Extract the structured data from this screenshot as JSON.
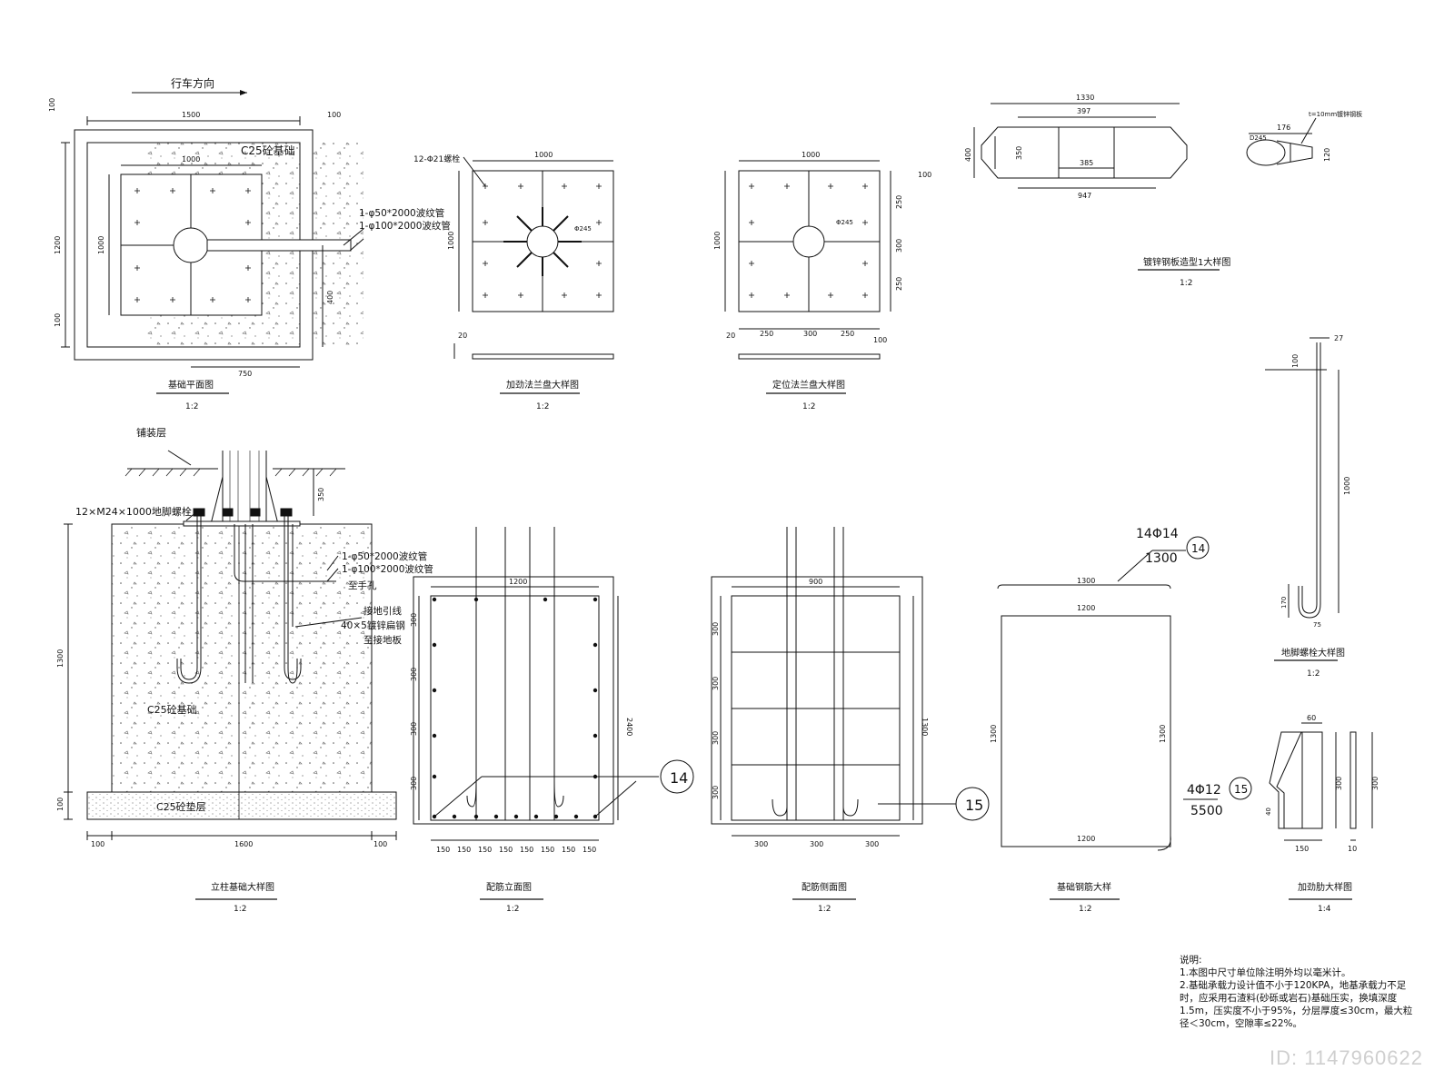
{
  "views": {
    "plan": {
      "title": "基础平面图",
      "scale": "1:2"
    },
    "flange_reinf": {
      "title": "加劲法兰盘大样图",
      "scale": "1:2"
    },
    "flange_pos": {
      "title": "定位法兰盘大样图",
      "scale": "1:2"
    },
    "plate": {
      "title": "镀锌钢板造型1大样图",
      "scale": "1:2"
    },
    "anchor": {
      "title": "地脚螺栓大样图",
      "scale": "1:2"
    },
    "column": {
      "title": "立柱基础大样图",
      "scale": "1:2"
    },
    "rebar_elev": {
      "title": "配筋立面图",
      "scale": "1:2"
    },
    "rebar_side": {
      "title": "配筋侧面图",
      "scale": "1:2"
    },
    "rebar_detail": {
      "title": "基础钢筋大样",
      "scale": "1:2"
    },
    "rib": {
      "title": "加劲肋大样图",
      "scale": "1:4"
    }
  },
  "labels": {
    "direction": "行车方向",
    "c25_base": "C25砼基础",
    "pipe50": "1-φ50*2000波纹管",
    "pipe100": "1-φ100*2000波纹管",
    "bolts12": "12-Φ21螺栓",
    "paving": "铺装层",
    "anchor_bolt": "12×M24×1000地脚螺栓",
    "hand_hole": "至手孔",
    "ground_lead": "接地引线",
    "flat_steel": "40×5镀锌扁钢",
    "ground_plate": "至接地板",
    "c25_cushion": "C25砼垫层",
    "r14_spec": "14Φ14",
    "r14_len": "1300",
    "r14_no": "14",
    "r15_spec": "4Φ12",
    "r15_len": "5500",
    "r15_no": "15",
    "d245": "Φ245",
    "d245b": "D245",
    "thick": "t=10mm镀锌钢板"
  },
  "dims": {
    "plan": {
      "d100a": "100",
      "d1500": "1500",
      "d100b": "100",
      "d1000": "1000",
      "d1200": "1200",
      "d100c": "100",
      "d400": "400",
      "d750": "750"
    },
    "flange": {
      "d1000": "1000",
      "d20": "20",
      "d100": "100",
      "d250": "250",
      "d300": "300",
      "d200": "250",
      "d250b": "250"
    },
    "plate": {
      "d1330": "1330",
      "d397": "397",
      "d385": "385",
      "d947": "947",
      "d400": "400",
      "d350": "350",
      "d176": "176",
      "d120": "120"
    },
    "anchor": {
      "d27": "27",
      "d1000": "1000",
      "d100": "100",
      "d75": "75",
      "d170": "170"
    },
    "column": {
      "d350": "350",
      "d1300": "1300",
      "d100": "100",
      "d100b": "100",
      "d1600": "1600",
      "d100c": "100"
    },
    "rebar_elev": {
      "top": "1200",
      "h": "2400",
      "side": [
        "300",
        "300",
        "300",
        "300"
      ],
      "spacing": [
        "150",
        "150",
        "150",
        "150",
        "150",
        "150",
        "150",
        "150"
      ]
    },
    "rebar_side": {
      "top": "900",
      "h": "1300",
      "side": [
        "300",
        "300",
        "300",
        "300"
      ],
      "bottom": [
        "300",
        "300",
        "300"
      ]
    },
    "rebar_detail": {
      "top": "1200",
      "w": "1300",
      "left": "1300",
      "right": "1300",
      "bottom": "1200"
    },
    "rib": {
      "d60": "60",
      "d300": "300",
      "d40": "40",
      "d150": "150",
      "d300b": "300",
      "d10": "10"
    }
  },
  "notes": {
    "heading": "说明:",
    "lines": [
      "1.本图中尺寸单位除注明外均以毫米计。",
      "2.基础承载力设计值不小于120KPA，地基承载力不足时，应采用石渣料(砂砾或岩石)基础压实，换填深度1.5m，压实度不小于95%，分层厚度≤30cm，最大粒径＜30cm，空隙率≤22%。"
    ]
  },
  "watermark": {
    "id": "ID: 1147960622"
  },
  "colors": {
    "line": "#111111",
    "hatch": "#555555",
    "watermark": "#d0d0d0"
  }
}
